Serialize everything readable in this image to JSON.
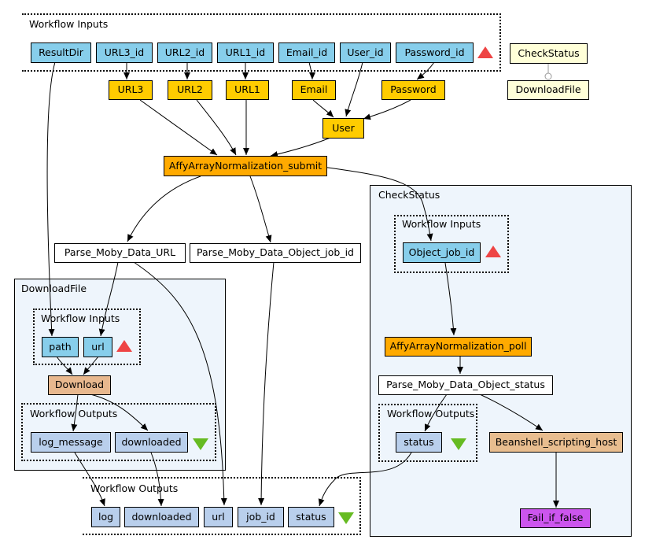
{
  "clusters": {
    "top_inputs": "Workflow Inputs",
    "bottom_outputs": "Workflow Outputs",
    "downloadfile": "DownloadFile",
    "df_inputs": "Workflow Inputs",
    "df_outputs": "Workflow Outputs",
    "checkstatus": "CheckStatus",
    "cs_inputs": "Workflow Inputs",
    "cs_outputs": "Workflow Outputs"
  },
  "nodes": {
    "resultdir": "ResultDir",
    "url3_id": "URL3_id",
    "url2_id": "URL2_id",
    "url1_id": "URL1_id",
    "email_id": "Email_id",
    "user_id": "User_id",
    "password_id": "Password_id",
    "checkstatus_ctrl": "CheckStatus",
    "downloadfile_ctrl": "DownloadFile",
    "url3": "URL3",
    "url2": "URL2",
    "url1": "URL1",
    "email": "Email",
    "password": "Password",
    "user": "User",
    "submit": "AffyArrayNormalization_submit",
    "parse_url": "Parse_Moby_Data_URL",
    "parse_job_id": "Parse_Moby_Data_Object_job_id",
    "path": "path",
    "url_in": "url",
    "download": "Download",
    "log_message": "log_message",
    "downloaded_df": "downloaded",
    "object_job_id": "Object_job_id",
    "poll": "AffyArrayNormalization_poll",
    "parse_status": "Parse_Moby_Data_Object_status",
    "status_cs": "status",
    "beanshell": "Beanshell_scripting_host",
    "fail": "Fail_if_false",
    "out_log": "log",
    "out_downloaded": "downloaded",
    "out_url": "url",
    "out_job_id": "job_id",
    "out_status": "status"
  },
  "colors": {
    "input": "#87ceeb",
    "constant": "#ffcc00",
    "processor": "#ffaa00",
    "output": "#b9cfec",
    "nested_background": "#eef5fc",
    "control": "#ffffd8",
    "fail": "#cc55ee",
    "input_marker": "#ee4444",
    "output_marker": "#66bb22"
  }
}
